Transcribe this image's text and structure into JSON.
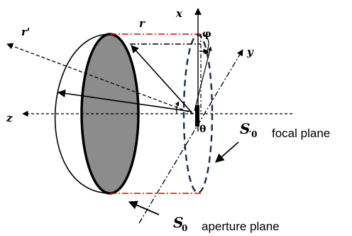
{
  "labels": {
    "x_axis": "x",
    "y_axis": "y",
    "z_axis": "z",
    "r": "r",
    "r_prime": "r'",
    "theta": "θ",
    "phi": "φ",
    "focal_symbol": "S",
    "focal_subscript": "′0",
    "focal_plane": "focal plane",
    "aperture_symbol": "S",
    "aperture_subscript": "0",
    "aperture_plane": "aperture plane"
  },
  "colors": {
    "aperture_fill": "#8c8c8c",
    "projection_red": "#d01010",
    "focal_ring": "#1c2a4a",
    "stroke": "#000000",
    "background": "#ffffff"
  }
}
